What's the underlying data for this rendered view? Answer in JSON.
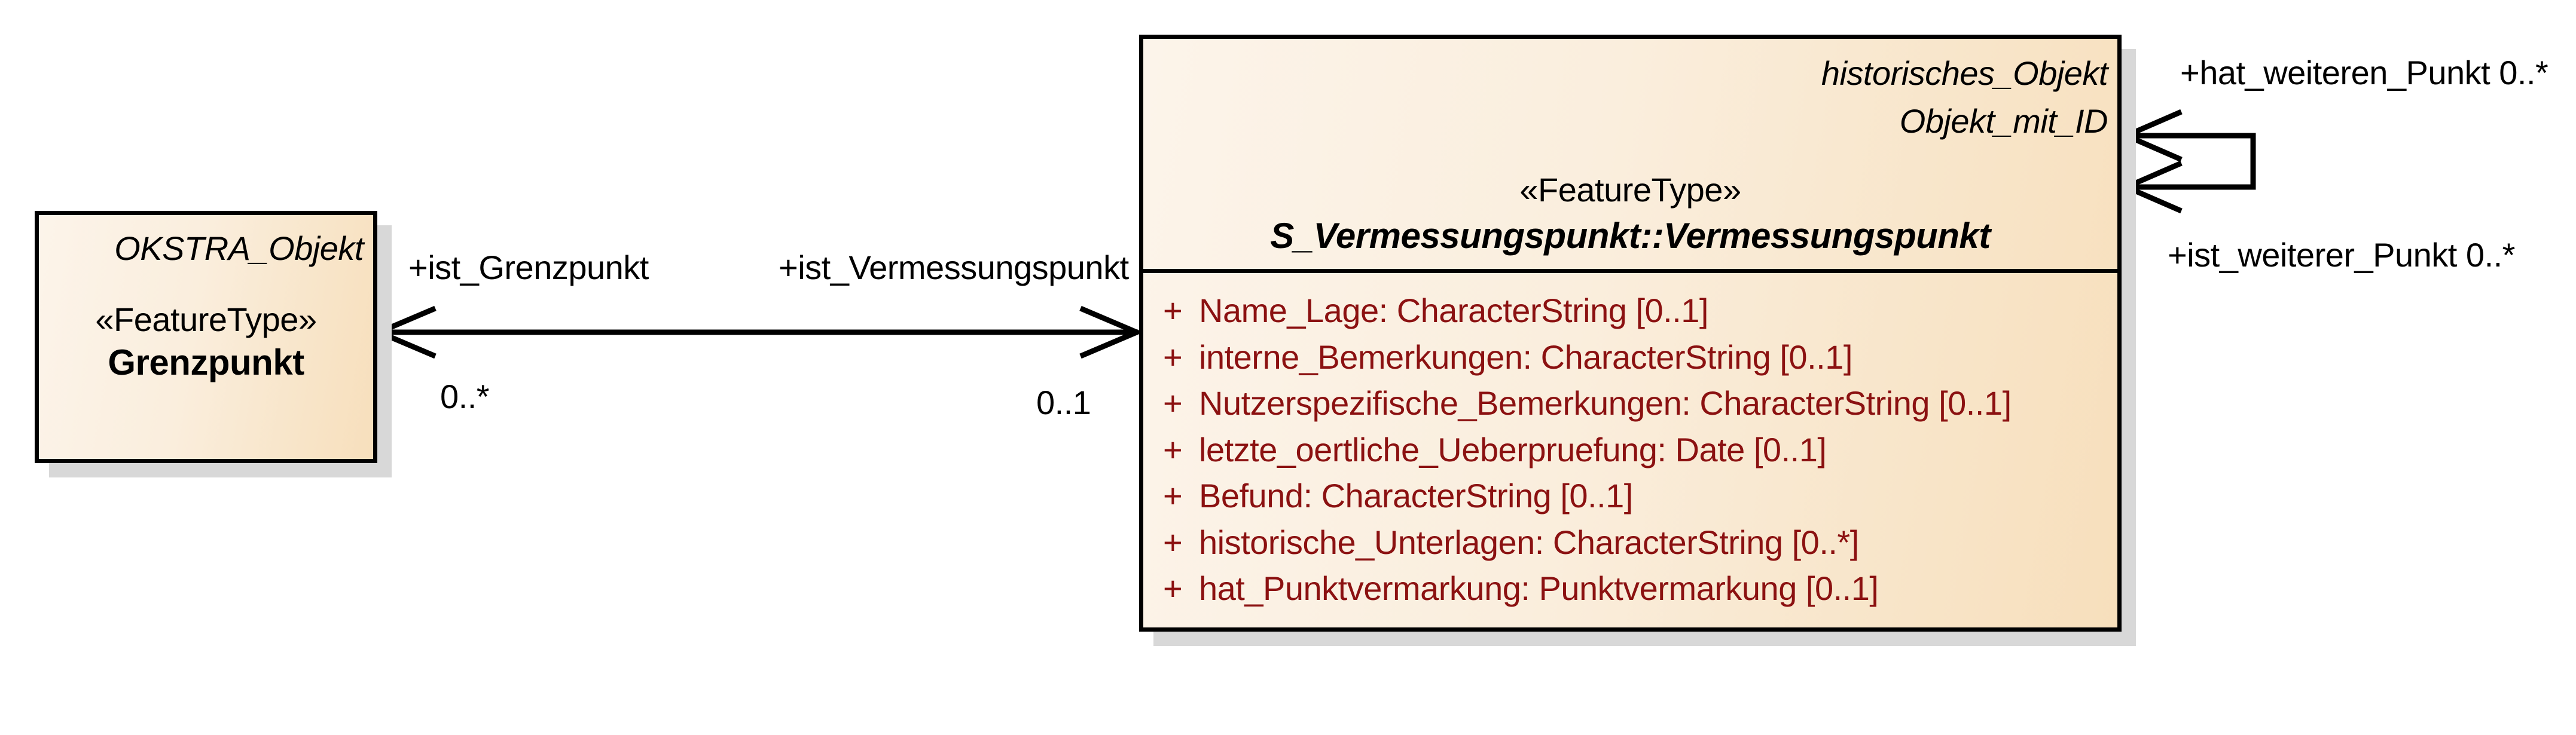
{
  "diagram": {
    "background_color": "#ffffff",
    "box_fill_light": "#fcf4ea",
    "box_fill_dark": "#f7dfbc",
    "box_border_color": "#000000",
    "shadow_color": "#d8d8d8",
    "attribute_text_color": "#8b1111",
    "connector_color": "#000000"
  },
  "left_class": {
    "parent": "OKSTRA_Objekt",
    "stereotype": "«FeatureType»",
    "name": "Grenzpunkt"
  },
  "right_class": {
    "parents": [
      "historisches_Objekt",
      "Objekt_mit_ID"
    ],
    "stereotype": "«FeatureType»",
    "name": "S_Vermessungspunkt::Vermessungspunkt",
    "visibility": "+",
    "attributes": [
      "Name_Lage: CharacterString [0..1]",
      "interne_Bemerkungen: CharacterString [0..1]",
      "Nutzerspezifische_Bemerkungen: CharacterString [0..1]",
      "letzte_oertliche_Ueberpruefung: Date [0..1]",
      "Befund: CharacterString [0..1]",
      "historische_Unterlagen: CharacterString [0..*]",
      "hat_Punktvermarkung: Punktvermarkung [0..1]"
    ]
  },
  "association": {
    "left_role": "+ist_Grenzpunkt",
    "right_role": "+ist_Vermessungspunkt",
    "left_multiplicity": "0..*",
    "right_multiplicity": "0..1"
  },
  "self_association": {
    "top_label": "+hat_weiteren_Punkt 0..*",
    "bottom_label": "+ist_weiterer_Punkt 0..*"
  }
}
